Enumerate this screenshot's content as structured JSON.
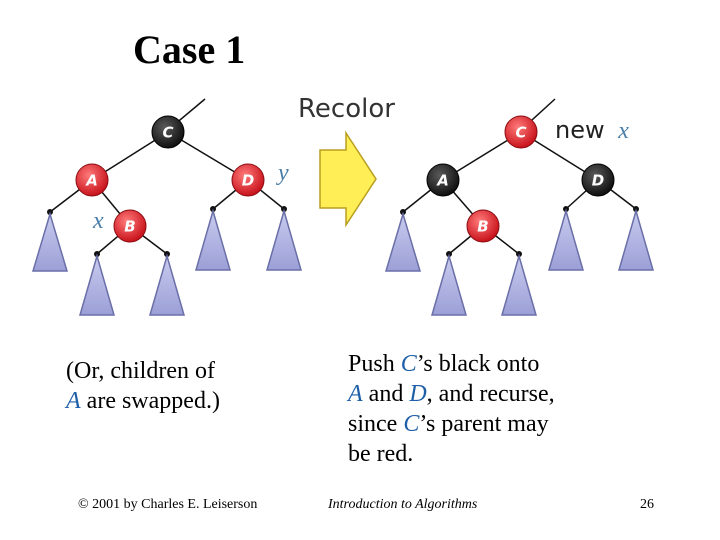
{
  "slide": {
    "title": "Case 1",
    "caption_left": [
      {
        "text": "(Or, children of",
        "italic": false
      },
      {
        "text": "\n",
        "italic": false
      },
      {
        "text": "A",
        "italic": true
      },
      {
        "text": " are swapped.)",
        "italic": false
      }
    ],
    "caption_right": [
      {
        "text": "Push ",
        "italic": false
      },
      {
        "text": "C",
        "italic": true
      },
      {
        "text": "’s black onto",
        "italic": false
      },
      {
        "text": "\n",
        "italic": false
      },
      {
        "text": "A",
        "italic": true
      },
      {
        "text": " and ",
        "italic": false
      },
      {
        "text": "D",
        "italic": true
      },
      {
        "text": ", and recurse,",
        "italic": false
      },
      {
        "text": "\n",
        "italic": false
      },
      {
        "text": "since ",
        "italic": false
      },
      {
        "text": "C",
        "italic": true
      },
      {
        "text": "’s parent may",
        "italic": false
      },
      {
        "text": "\n",
        "italic": false
      },
      {
        "text": "be red.",
        "italic": false
      }
    ],
    "footer": {
      "copyright": "© 2001 by Charles E. Leiserson",
      "course": "Introduction to Algorithms",
      "page": "26"
    }
  },
  "diagram": {
    "transform_label": "Recolor",
    "colors": {
      "red_node": "#e3232c",
      "black_node": "#1b1b1b",
      "subtree_fill": "#b3b5e0",
      "subtree_stroke": "#6a6fa8",
      "arrow_fill": "#ffee55",
      "arrow_stroke": "#b89e20",
      "var_label": "#4a7ea8"
    },
    "before": {
      "nodes": [
        {
          "id": "C",
          "label": "C",
          "color": "black"
        },
        {
          "id": "A",
          "label": "A",
          "color": "red"
        },
        {
          "id": "D",
          "label": "D",
          "color": "red"
        },
        {
          "id": "B",
          "label": "B",
          "color": "red"
        }
      ],
      "x_label": "x",
      "y_label": "y"
    },
    "after": {
      "nodes": [
        {
          "id": "C",
          "label": "C",
          "color": "red"
        },
        {
          "id": "A",
          "label": "A",
          "color": "black"
        },
        {
          "id": "D",
          "label": "D",
          "color": "black"
        },
        {
          "id": "B",
          "label": "B",
          "color": "red"
        }
      ],
      "new_label": "new",
      "x_label": "x"
    }
  }
}
